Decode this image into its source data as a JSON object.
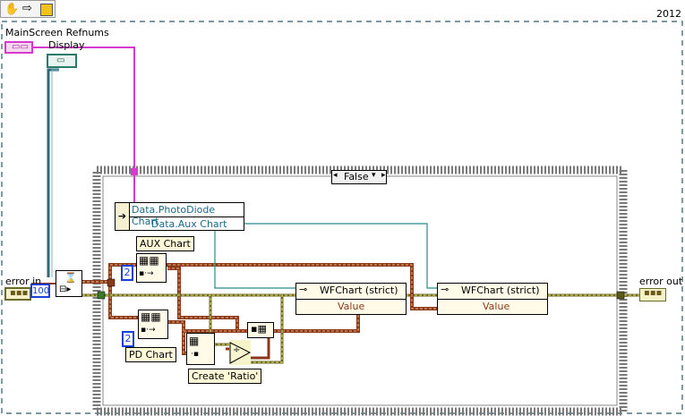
{
  "toolbar": {
    "run_icon": "hand-icon",
    "step_icon": "arrow-icon",
    "mode_icon": "run-mode-icon"
  },
  "version_label": "2012",
  "controls": {
    "mainscreen_refnums": "MainScreen Refnums",
    "display": "Display",
    "error_in": "error in",
    "error_out": "error out",
    "timeout_const": "100"
  },
  "case_structure": {
    "selector": "False"
  },
  "unbundle": {
    "field1": "Data.PhotoDiode Chart",
    "field2": "Data.Aux Chart"
  },
  "labels": {
    "aux_chart": "AUX Chart",
    "pd_chart": "PD Chart",
    "create_ratio": "Create 'Ratio'",
    "aux_index": "2",
    "pd_index": "2"
  },
  "property_nodes": [
    {
      "title": "WFChart (strict)",
      "property": "Value"
    },
    {
      "title": "WFChart (strict)",
      "property": "Value"
    }
  ],
  "colors": {
    "error_wire": "#8a3a1a",
    "refnum_wire": "#d83ad0",
    "cluster_wire": "#1a7a7a",
    "array_wire": "#8a6a2a",
    "number_wire": "#1a3fd8",
    "frame_gray": "#7a7a7a"
  }
}
